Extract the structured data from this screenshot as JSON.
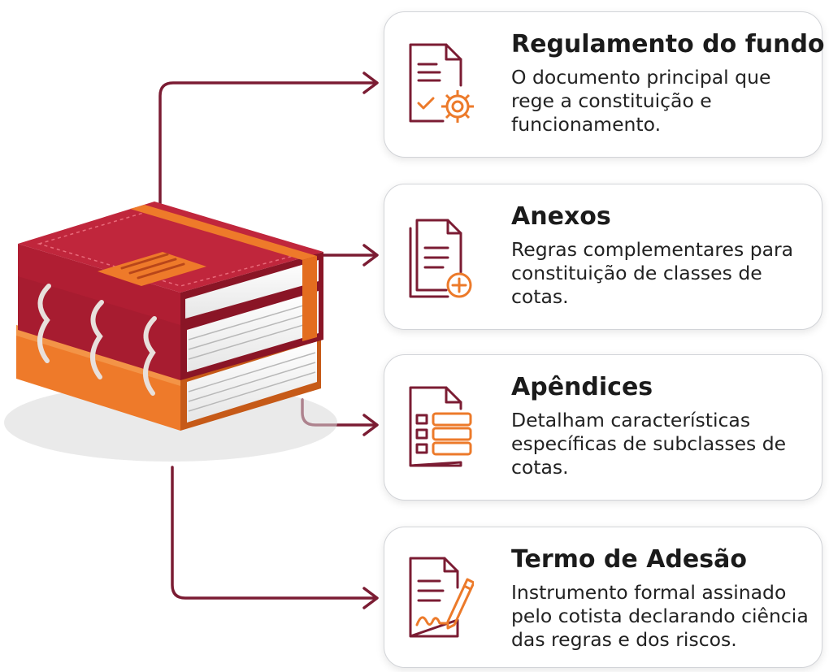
{
  "items": [
    {
      "title": "Regulamento do fundo",
      "description": "O documento principal que rege a constituição e funcionamento.",
      "icon": "document-gear-icon"
    },
    {
      "title": "Anexos",
      "description": "Regras complementares para constituição de classes de cotas.",
      "icon": "documents-plus-icon"
    },
    {
      "title": "Apêndices",
      "description": "Detalham características específicas de subclasses de cotas.",
      "icon": "document-list-icon"
    },
    {
      "title": "Termo de Adesão",
      "description": "Instrumento formal assinado pelo cotista declarando ciência das regras e dos riscos.",
      "icon": "document-signature-pen-icon"
    }
  ],
  "colors": {
    "connector": "#7b1c33",
    "icon_primary": "#7b1c33",
    "icon_accent": "#ec7a2a",
    "book_red": "#b01e33",
    "book_orange": "#ee7a2a"
  }
}
